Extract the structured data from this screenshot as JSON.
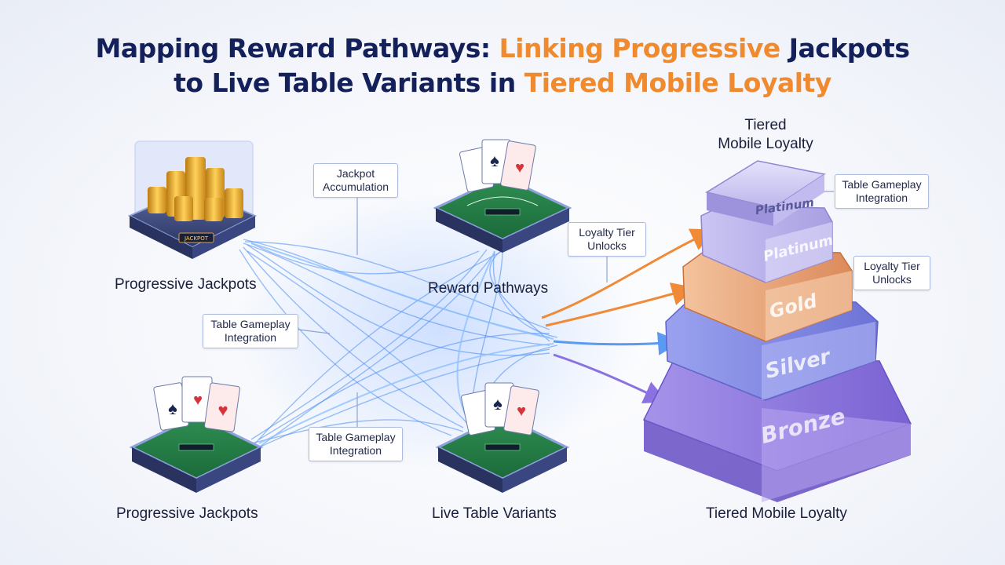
{
  "title": {
    "line1_part1": "Mapping Reward Pathways: ",
    "line1_accent": "Linking Progressive",
    "line1_part2": " Jackpots",
    "line2_part1": "to Live Table Variants in ",
    "line2_accent": "Tiered Mobile Loyalty"
  },
  "nodes": {
    "jackpot_top_label": "Progressive Jackpots",
    "jackpot_bottom_label": "Progressive Jackpots",
    "reward_pathways_label": "Reward Pathways",
    "live_table_label": "Live Table Variants",
    "tiered_label_top_line1": "Tiered",
    "tiered_label_top_line2": "Mobile Loyalty",
    "tiered_label_bottom": "Tiered Mobile Loyalty",
    "jackpot_sign": "JACKPOT"
  },
  "callouts": {
    "jackpot_accumulation_line1": "Jackpot",
    "jackpot_accumulation_line2": "Accumulation",
    "loyalty_unlocks_mid_line1": "Loyalty Tier",
    "loyalty_unlocks_mid_line2": "Unlocks",
    "table_gameplay_left_line1": "Table Gameplay",
    "table_gameplay_left_line2": "Integration",
    "table_gameplay_bottom_line1": "Table Gameplay",
    "table_gameplay_bottom_line2": "Integration",
    "table_gameplay_right_line1": "Table Gameplay",
    "table_gameplay_right_line2": "Integration",
    "loyalty_unlocks_right_line1": "Loyalty Tier",
    "loyalty_unlocks_right_line2": "Unlocks"
  },
  "tiers": {
    "top": "Platinum",
    "platinum": "Platinum",
    "gold": "Gold",
    "silver": "Silver",
    "bronze": "Bronze"
  },
  "colors": {
    "title_dark": "#13205a",
    "title_accent": "#ef8a2e",
    "flow_blue": "#4a8df0",
    "arrow_orange": "#f08a36",
    "arrow_blue": "#6aa6f5",
    "arrow_purple": "#8b72e0",
    "tier_platinum": "#b7aee8",
    "tier_gold": "#e8a070",
    "tier_silver": "#8f96e6",
    "tier_bronze": "#8b78dc"
  }
}
